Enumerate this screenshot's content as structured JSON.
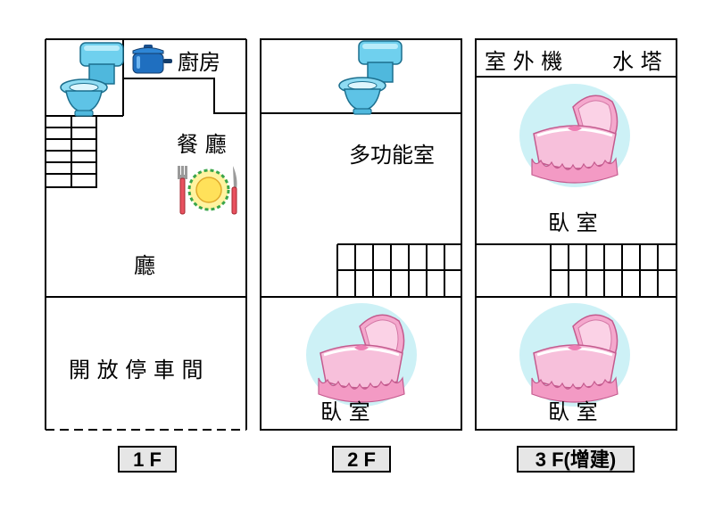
{
  "floors": [
    {
      "tag": "1 F",
      "rooms": {
        "kitchen": "廚房",
        "dining": "餐 廳",
        "hall": "廳",
        "parking": "開 放 停 車 間"
      },
      "icons": [
        "toilet-icon",
        "cooking-pot-icon",
        "plate-fork-knife-icon",
        "staircase-icon"
      ]
    },
    {
      "tag": "2 F",
      "rooms": {
        "multi": "多功能室",
        "bedroom": "臥 室"
      },
      "icons": [
        "toilet-icon",
        "staircase-icon",
        "cradle-icon"
      ]
    },
    {
      "tag": "3 F(增建)",
      "rooms": {
        "outdoor_unit": "室 外 機",
        "water_tower": "水 塔",
        "bedroom_upper": "臥 室",
        "bedroom_lower": "臥 室"
      },
      "icons": [
        "staircase-icon",
        "cradle-icon",
        "cradle-icon"
      ]
    }
  ],
  "colors": {
    "toilet": "#5ec3e6",
    "pot": "#1f6fc0",
    "plate": "#ffe15a",
    "cradle": "#f6b6d4",
    "cradle_glow": "#bfeef3"
  }
}
